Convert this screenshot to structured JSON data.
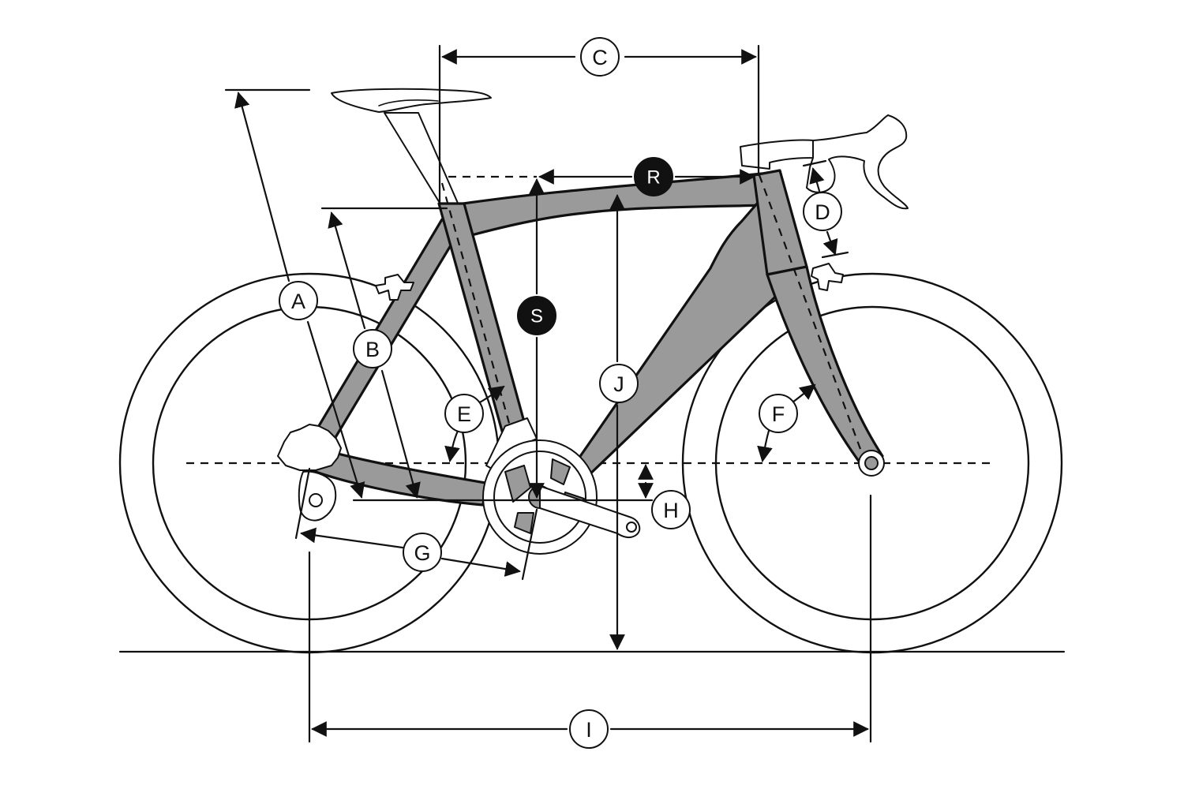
{
  "labels": {
    "A": "A",
    "B": "B",
    "C": "C",
    "D": "D",
    "E": "E",
    "F": "F",
    "G": "G",
    "H": "H",
    "I": "I",
    "J": "J",
    "R": "R",
    "S": "S"
  },
  "colors": {
    "frame_fill": "#9a9a9a",
    "line": "#111111",
    "background": "#ffffff"
  }
}
